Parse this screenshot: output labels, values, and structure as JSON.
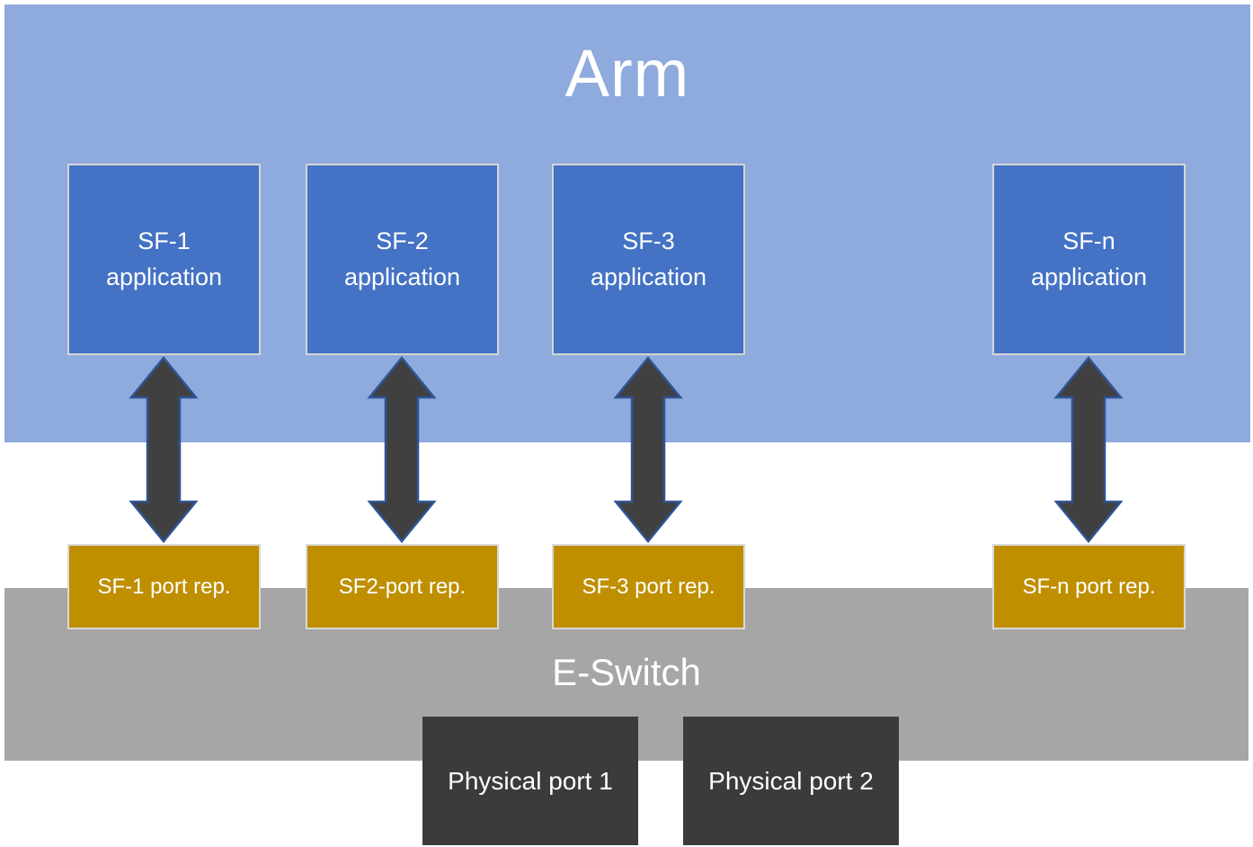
{
  "diagram_title": "Arm",
  "arm": {
    "label": "Arm"
  },
  "applications": [
    {
      "line1": "SF-1",
      "line2": "application"
    },
    {
      "line1": "SF-2",
      "line2": "application"
    },
    {
      "line1": "SF-3",
      "line2": "application"
    },
    {
      "line1": "SF-n",
      "line2": "application"
    }
  ],
  "port_reps": [
    {
      "label": "SF-1 port rep."
    },
    {
      "label": "SF2-port rep."
    },
    {
      "label": "SF-3 port rep."
    },
    {
      "label": "SF-n port rep."
    }
  ],
  "eswitch": {
    "label": "E-Switch"
  },
  "physical_ports": [
    {
      "label": "Physical port 1"
    },
    {
      "label": "Physical port 2"
    }
  ],
  "colors": {
    "arm-bg": "#8FAADC",
    "app-bg": "#4472C4",
    "gold-bg": "#BF8F00",
    "eswitch-bg": "#A6A6A6",
    "dark-bg": "#3B3B3B",
    "arrow-fill": "#404040",
    "arrow-stroke": "#2F5496",
    "text": "#FFFFFF"
  }
}
